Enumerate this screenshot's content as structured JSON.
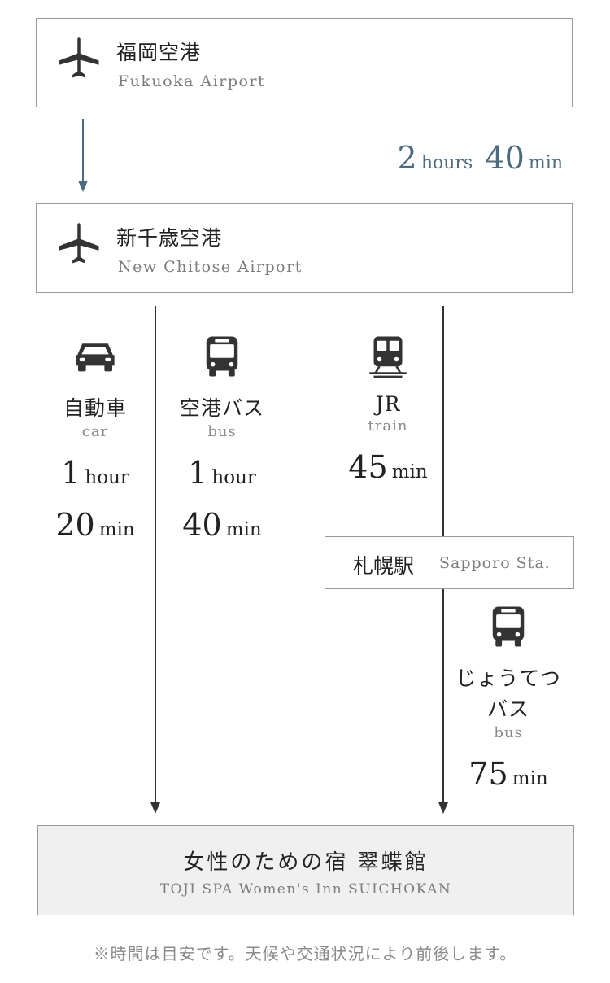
{
  "origin": {
    "name_jp": "福岡空港",
    "name_en": "Fukuoka Airport",
    "icon": "airplane-icon"
  },
  "flight": {
    "hours_value": "2",
    "hours_unit": "hours",
    "minutes_value": "40",
    "minutes_unit": "min"
  },
  "transfer_airport": {
    "name_jp": "新千歳空港",
    "name_en": "New Chitose Airport",
    "icon": "airplane-icon"
  },
  "routes": [
    {
      "icon": "car-icon",
      "label_jp": "自動車",
      "label_en": "car",
      "hours_value": "1",
      "hours_unit": "hour",
      "minutes_value": "20",
      "minutes_unit": "min"
    },
    {
      "icon": "bus-icon",
      "label_jp": "空港バス",
      "label_en": "bus",
      "hours_value": "1",
      "hours_unit": "hour",
      "minutes_value": "40",
      "minutes_unit": "min"
    },
    {
      "icon": "train-icon",
      "label_jp": "JR",
      "label_en": "train",
      "minutes_value": "45",
      "minutes_unit": "min"
    }
  ],
  "station": {
    "name_jp": "札幌駅",
    "name_en": "Sapporo Sta."
  },
  "connection": {
    "icon": "bus-icon",
    "label_jp_line1": "じょうてつ",
    "label_jp_line2": "バス",
    "label_en": "bus",
    "minutes_value": "75",
    "minutes_unit": "min"
  },
  "destination": {
    "name_jp": "女性のための宿 翠蝶館",
    "name_en": "TOJI SPA Women's Inn SUICHOKAN"
  },
  "note": "※時間は目安です。天候や交通状況により前後します。",
  "colors": {
    "accent": "#4a6b82",
    "icon": "#333333",
    "border": "#9a9a9a",
    "destination_bg": "#f0f0f0",
    "muted_text": "#7d7d7d"
  }
}
